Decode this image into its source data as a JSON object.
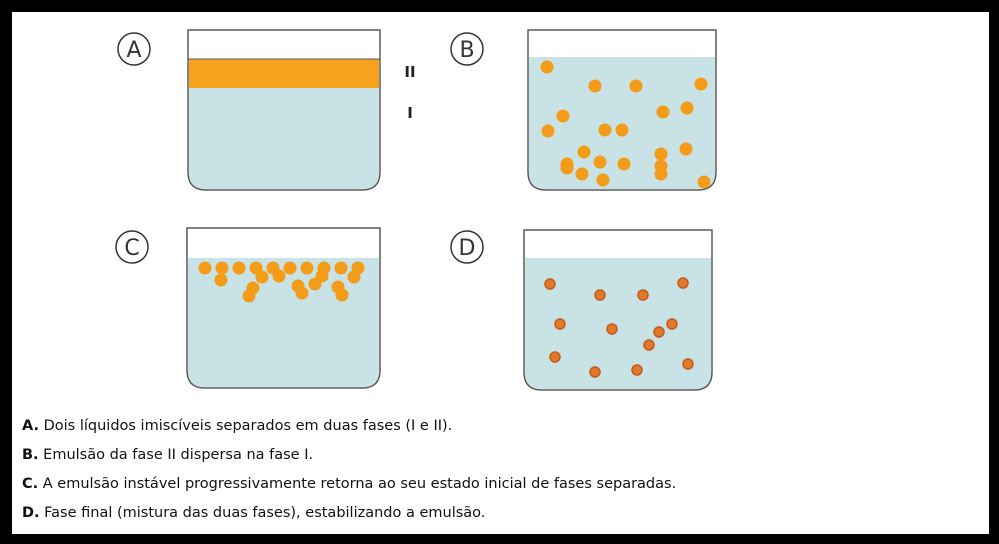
{
  "colors": {
    "liquid_I": "#c9e2e5",
    "liquid_II": "#f7a21b",
    "droplet_light": "#f39c1a",
    "droplet_dark": "#e07a2a",
    "droplet_dark_stroke": "#c65b1c",
    "beaker_outline": "#5a5a5a",
    "beaker_empty": "#ffffff"
  },
  "panels": [
    {
      "id": "A",
      "letter": "A",
      "state": "two-layer",
      "phase_labels": [
        "II",
        "I"
      ]
    },
    {
      "id": "B",
      "letter": "B",
      "state": "dispersed-emulsion"
    },
    {
      "id": "C",
      "letter": "C",
      "state": "coalescing-at-top"
    },
    {
      "id": "D",
      "letter": "D",
      "state": "stabilized-emulsion"
    }
  ],
  "captions": [
    {
      "letter": "A.",
      "text": " Dois líquidos imiscíveis separados em duas fases (I e II)."
    },
    {
      "letter": "B.",
      "text": " Emulsão da fase II dispersa na fase I."
    },
    {
      "letter": "C.",
      "text": " A emulsão instável progressivamente retorna ao seu estado inicial de fases separadas."
    },
    {
      "letter": "D.",
      "text": " Fase final (mistura das duas fases), estabilizando a emulsão."
    }
  ]
}
